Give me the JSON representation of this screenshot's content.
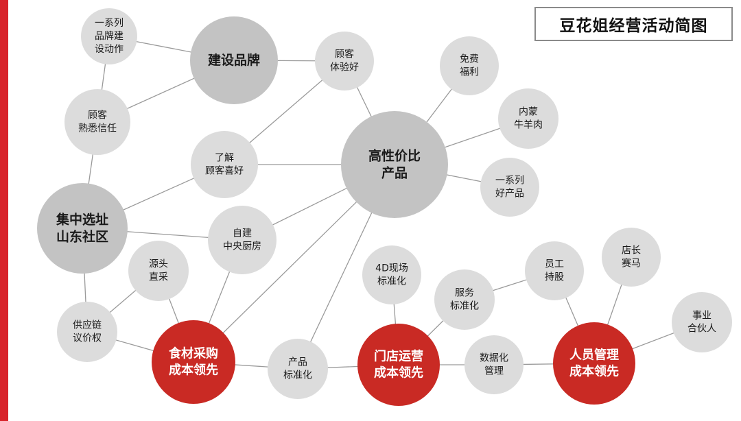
{
  "title": "豆花姐经营活动简图",
  "colors": {
    "accent_red": "#d8232a",
    "node_red": "#c92a24",
    "node_dark": "#c3c3c3",
    "node_light": "#dcdcdc",
    "line": "#9a9a9a",
    "text_dark": "#1a1a1a",
    "text_light": "#ffffff"
  },
  "nodes": [
    {
      "id": "brand",
      "lines": [
        "建设品牌"
      ],
      "kind": "major"
    },
    {
      "id": "value",
      "lines": [
        "高性价比",
        "产品"
      ],
      "kind": "major"
    },
    {
      "id": "site",
      "lines": [
        "集中选址",
        "山东社区"
      ],
      "kind": "major"
    },
    {
      "id": "food",
      "lines": [
        "食材采购",
        "成本领先"
      ],
      "kind": "red"
    },
    {
      "id": "store",
      "lines": [
        "门店运营",
        "成本领先"
      ],
      "kind": "red"
    },
    {
      "id": "staff",
      "lines": [
        "人员管理",
        "成本领先"
      ],
      "kind": "red"
    },
    {
      "id": "series1",
      "lines": [
        "一系列",
        "品牌建",
        "设动作"
      ],
      "kind": "minor"
    },
    {
      "id": "trust",
      "lines": [
        "顾客",
        "熟悉信任"
      ],
      "kind": "minor"
    },
    {
      "id": "exp",
      "lines": [
        "顾客",
        "体验好"
      ],
      "kind": "minor"
    },
    {
      "id": "know",
      "lines": [
        "了解",
        "顾客喜好"
      ],
      "kind": "minor"
    },
    {
      "id": "free",
      "lines": [
        "免费",
        "福利"
      ],
      "kind": "minor"
    },
    {
      "id": "mutton",
      "lines": [
        "内蒙",
        "牛羊肉"
      ],
      "kind": "minor"
    },
    {
      "id": "goods",
      "lines": [
        "一系列",
        "好产品"
      ],
      "kind": "minor"
    },
    {
      "id": "kitchen",
      "lines": [
        "自建",
        "中央厨房"
      ],
      "kind": "minor"
    },
    {
      "id": "source",
      "lines": [
        "源头",
        "直采"
      ],
      "kind": "minor"
    },
    {
      "id": "supply",
      "lines": [
        "供应链",
        "议价权"
      ],
      "kind": "minor"
    },
    {
      "id": "std",
      "lines": [
        "产品",
        "标准化"
      ],
      "kind": "minor"
    },
    {
      "id": "s4d",
      "lines": [
        "4D现场",
        "标准化"
      ],
      "kind": "minor"
    },
    {
      "id": "svc",
      "lines": [
        "服务",
        "标准化"
      ],
      "kind": "minor"
    },
    {
      "id": "equity",
      "lines": [
        "员工",
        "持股"
      ],
      "kind": "minor"
    },
    {
      "id": "race",
      "lines": [
        "店长",
        "赛马"
      ],
      "kind": "minor"
    },
    {
      "id": "data",
      "lines": [
        "数据化",
        "管理"
      ],
      "kind": "minor"
    },
    {
      "id": "partner",
      "lines": [
        "事业",
        "合伙人"
      ],
      "kind": "minor"
    }
  ],
  "edges": [
    [
      "series1",
      "brand"
    ],
    [
      "series1",
      "trust"
    ],
    [
      "trust",
      "brand"
    ],
    [
      "trust",
      "site"
    ],
    [
      "brand",
      "exp"
    ],
    [
      "exp",
      "value"
    ],
    [
      "exp",
      "know"
    ],
    [
      "know",
      "value"
    ],
    [
      "know",
      "site"
    ],
    [
      "value",
      "free"
    ],
    [
      "value",
      "mutton"
    ],
    [
      "value",
      "goods"
    ],
    [
      "value",
      "kitchen"
    ],
    [
      "value",
      "food"
    ],
    [
      "value",
      "std"
    ],
    [
      "site",
      "kitchen"
    ],
    [
      "site",
      "supply"
    ],
    [
      "kitchen",
      "food"
    ],
    [
      "source",
      "supply"
    ],
    [
      "source",
      "food"
    ],
    [
      "supply",
      "food"
    ],
    [
      "food",
      "std"
    ],
    [
      "std",
      "store"
    ],
    [
      "s4d",
      "store"
    ],
    [
      "svc",
      "store"
    ],
    [
      "svc",
      "equity"
    ],
    [
      "store",
      "data"
    ],
    [
      "data",
      "staff"
    ],
    [
      "equity",
      "staff"
    ],
    [
      "race",
      "staff"
    ],
    [
      "staff",
      "partner"
    ]
  ]
}
